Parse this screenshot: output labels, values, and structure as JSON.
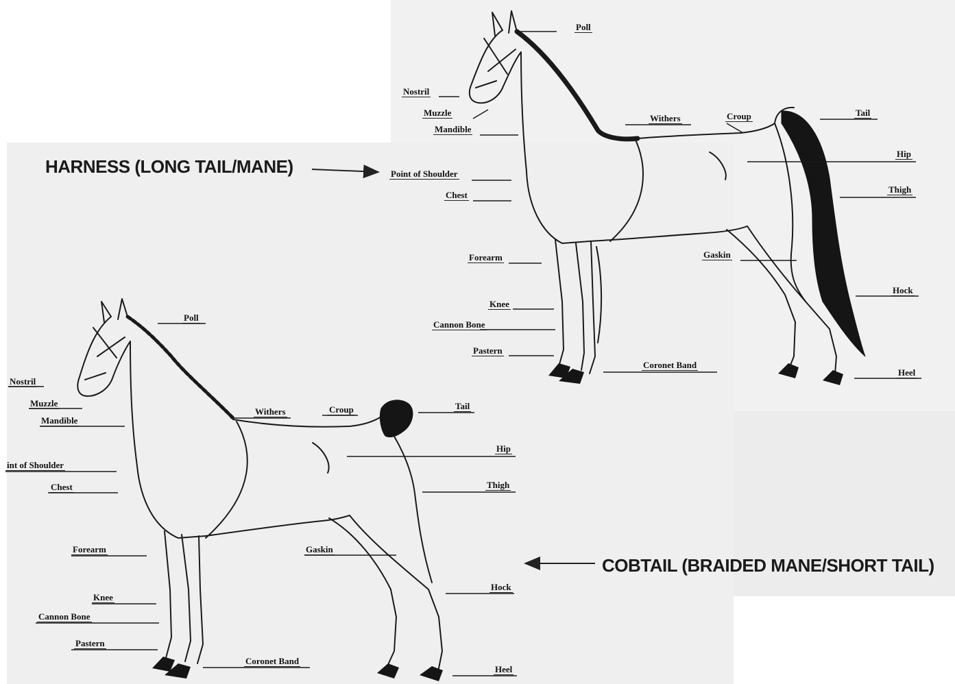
{
  "headings": {
    "harness": "HARNESS (LONG TAIL/MANE)",
    "cobtail": "COBTAIL (BRAIDED MANE/SHORT TAIL)"
  },
  "harness_labels": {
    "poll": "Poll",
    "nostril": "Nostril",
    "muzzle": "Muzzle",
    "mandible": "Mandible",
    "withers": "Withers",
    "croup": "Croup",
    "tail": "Tail",
    "hip": "Hip",
    "point_of_shoulder": "Point of Shoulder",
    "chest": "Chest",
    "thigh": "Thigh",
    "forearm": "Forearm",
    "gaskin": "Gaskin",
    "knee": "Knee",
    "hock": "Hock",
    "cannon_bone": "Cannon Bone",
    "pastern": "Pastern",
    "coronet_band": "Coronet Band",
    "heel": "Heel"
  },
  "cobtail_labels": {
    "poll": "Poll",
    "nostril": "Nostril",
    "muzzle": "Muzzle",
    "mandible": "Mandible",
    "withers": "Withers",
    "croup": "Croup",
    "tail": "Tail",
    "hip": "Hip",
    "point_of_shoulder": "int of Shoulder",
    "chest": "Chest",
    "thigh": "Thigh",
    "forearm": "Forearm",
    "gaskin": "Gaskin",
    "knee": "Knee",
    "hock": "Hock",
    "cannon_bone": "Cannon Bone",
    "pastern": "Pastern",
    "coronet_band": "Coronet Band",
    "heel": "Heel"
  }
}
